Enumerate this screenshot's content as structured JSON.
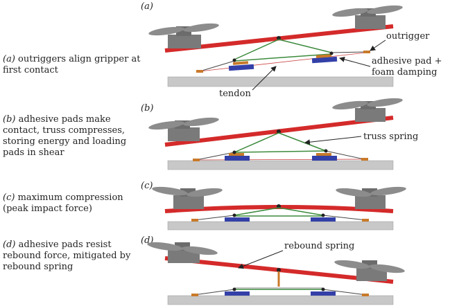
{
  "captions": [
    {
      "tag": "(a)",
      "text": " outriggers align gripper at first contact"
    },
    {
      "tag": "(b)",
      "text": " adhesive pads make contact, truss compresses, storing energy and loading pads in shear"
    },
    {
      "tag": "(c)",
      "text": " maximum compression (peak impact force)"
    },
    {
      "tag": "(d)",
      "text": " adhesive pads resist rebound force, mitigated by rebound spring"
    }
  ],
  "panels": [
    {
      "label": "(a)"
    },
    {
      "label": "(b)"
    },
    {
      "label": "(c)"
    },
    {
      "label": "(d)"
    }
  ],
  "annotations": {
    "outrigger": "outrigger",
    "adhesive_pad_line1": "adhesive pad +",
    "adhesive_pad_line2": "foam damping",
    "tendon": "tendon",
    "truss_spring": "truss spring",
    "rebound_spring": "rebound spring"
  },
  "colors": {
    "arm": "#d42a2a",
    "motor": "#7a7a7a",
    "propeller": "#8c8c8c",
    "truss": "#3c8a3c",
    "pad": "#3340a8",
    "foam": "#c97a2a",
    "ground": "#c8c8c8"
  }
}
